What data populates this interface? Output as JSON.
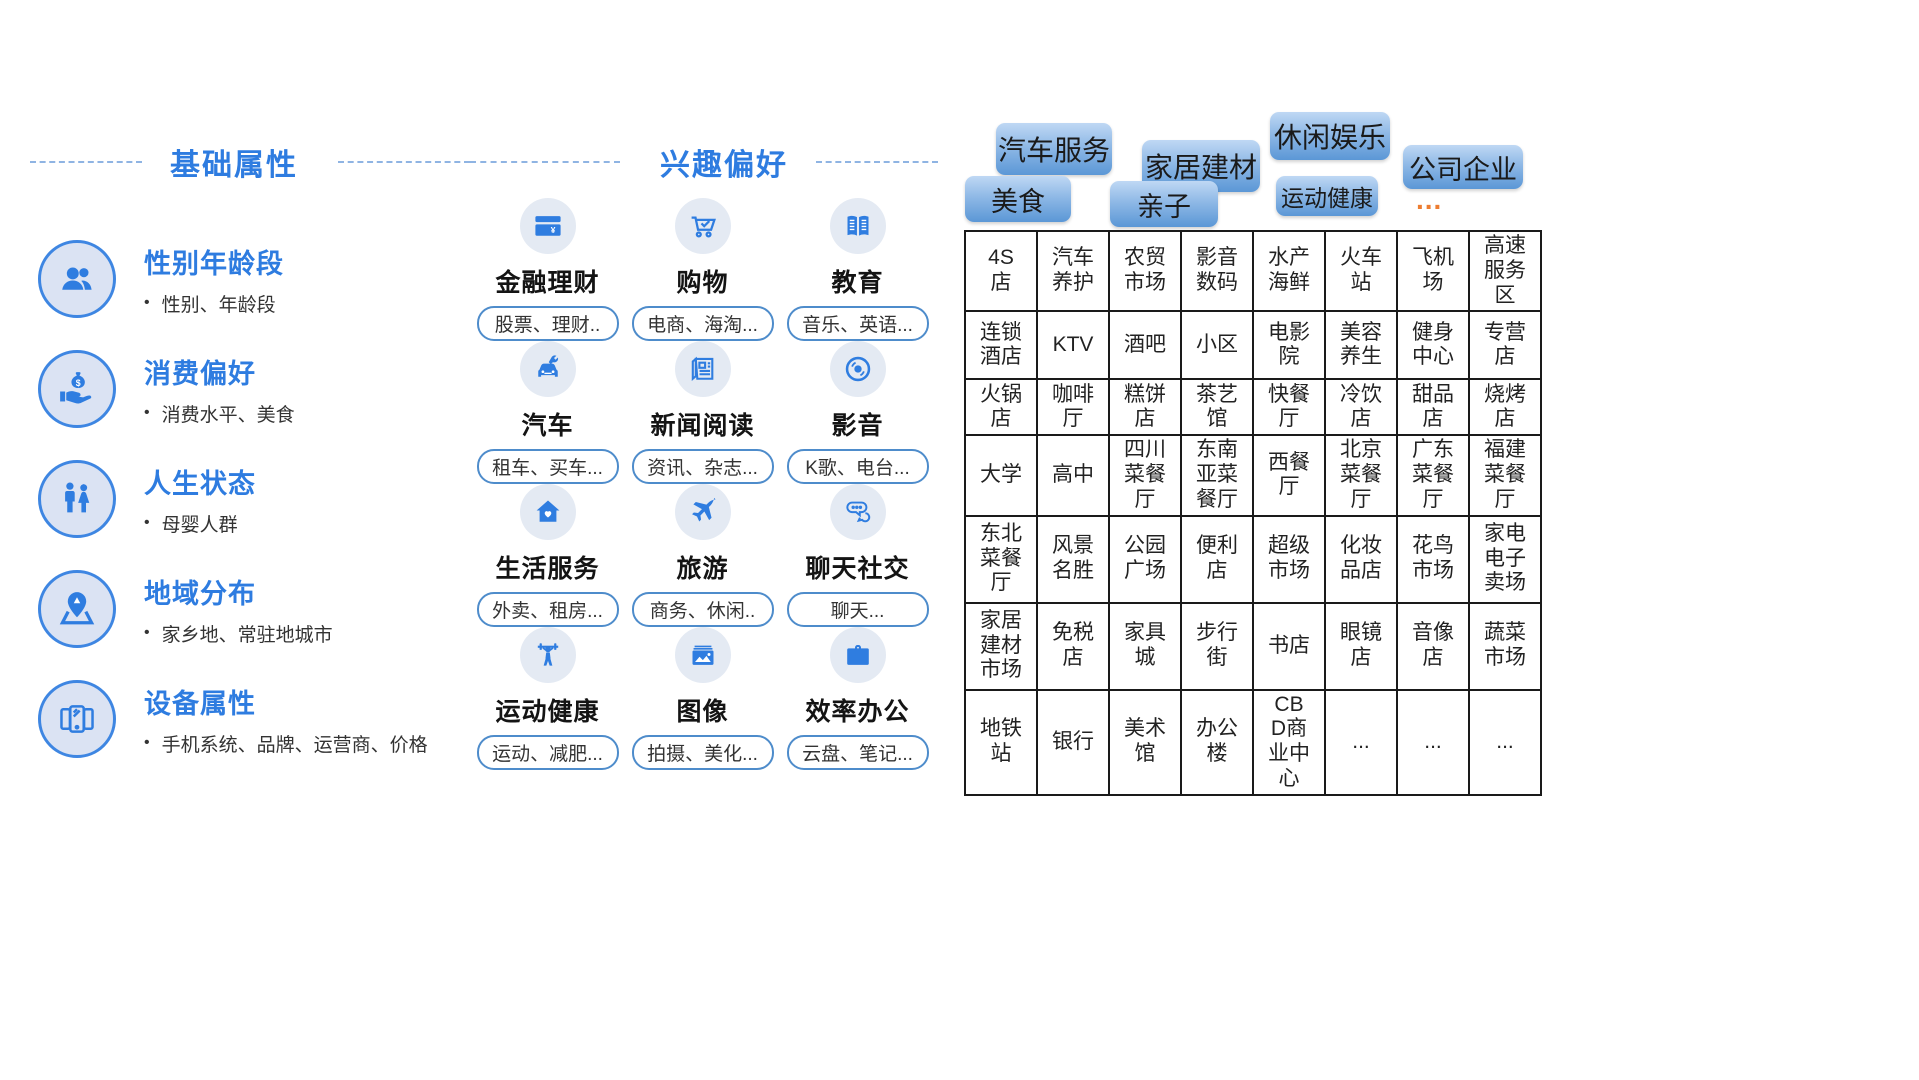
{
  "colors": {
    "accent_blue": "#2E7CE0",
    "icon_blue": "#2F7DE0",
    "tag_gradient_top": "#BFD8F4",
    "tag_gradient_bottom": "#5B97D6",
    "more_dots_orange": "#ED7D31"
  },
  "basic": {
    "heading": "基础属性",
    "bullet": "•",
    "items": [
      {
        "icon": "users-icon",
        "title": "性别年龄段",
        "desc": "性别、年龄段"
      },
      {
        "icon": "money-hand-icon",
        "title": "消费偏好",
        "desc": "消费水平、美食"
      },
      {
        "icon": "family-icon",
        "title": "人生状态",
        "desc": "母婴人群"
      },
      {
        "icon": "location-pin-icon",
        "title": "地域分布",
        "desc": "家乡地、常驻地城市"
      },
      {
        "icon": "devices-icon",
        "title": "设备属性",
        "desc": "手机系统、品牌、运营商、价格"
      }
    ]
  },
  "interests": {
    "heading": "兴趣偏好",
    "items": [
      {
        "icon": "bank-card-icon",
        "title": "金融理财",
        "tag": "股票、理财.."
      },
      {
        "icon": "shopping-cart-icon",
        "title": "购物",
        "tag": "电商、海淘..."
      },
      {
        "icon": "open-book-icon",
        "title": "教育",
        "tag": "音乐、英语..."
      },
      {
        "icon": "car-repair-icon",
        "title": "汽车",
        "tag": "租车、买车..."
      },
      {
        "icon": "newspaper-icon",
        "title": "新闻阅读",
        "tag": "资讯、杂志..."
      },
      {
        "icon": "disc-icon",
        "title": "影音",
        "tag": "K歌、电台..."
      },
      {
        "icon": "home-icon",
        "title": "生活服务",
        "tag": "外卖、租房..."
      },
      {
        "icon": "airplane-icon",
        "title": "旅游",
        "tag": "商务、休闲.."
      },
      {
        "icon": "chat-icon",
        "title": "聊天社交",
        "tag": "聊天..."
      },
      {
        "icon": "fitness-icon",
        "title": "运动健康",
        "tag": "运动、减肥..."
      },
      {
        "icon": "image-icon",
        "title": "图像",
        "tag": "拍摄、美化..."
      },
      {
        "icon": "briefcase-icon",
        "title": "效率办公",
        "tag": "云盘、笔记..."
      }
    ]
  },
  "poi": {
    "tags": [
      "汽车服务",
      "家居建材",
      "休闲娱乐",
      "公司企业",
      "美食",
      "亲子",
      "运动健康"
    ],
    "more_label": "...",
    "table": {
      "rows": [
        [
          "4S店",
          "汽车养护",
          "农贸市场",
          "影音数码",
          "水产海鲜",
          "火车站",
          "飞机场",
          "高速服务区"
        ],
        [
          "连锁酒店",
          "KTV",
          "酒吧",
          "小区",
          "电影院",
          "美容养生",
          "健身中心",
          "专营店"
        ],
        [
          "火锅店",
          "咖啡厅",
          "糕饼店",
          "茶艺馆",
          "快餐厅",
          "冷饮店",
          "甜品店",
          "烧烤店"
        ],
        [
          "大学",
          "高中",
          "四川菜餐厅",
          "东南亚菜餐厅",
          "西餐厅",
          "北京菜餐厅",
          "广东菜餐厅",
          "福建菜餐厅"
        ],
        [
          "东北菜餐厅",
          "风景名胜",
          "公园广场",
          "便利店",
          "超级市场",
          "化妆品店",
          "花鸟市场",
          "家电电子卖场"
        ],
        [
          "家居建材市场",
          "免税店",
          "家具城",
          "步行街",
          "书店",
          "眼镜店",
          "音像店",
          "蔬菜市场"
        ],
        [
          "地铁站",
          "银行",
          "美术馆",
          "办公楼",
          "CBD商业中心",
          "...",
          "...",
          "..."
        ]
      ]
    }
  }
}
